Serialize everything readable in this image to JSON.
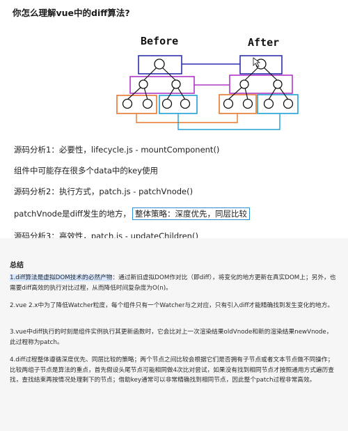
{
  "page": {
    "title": "你怎么理解vue中的diff算法?"
  },
  "diagram": {
    "before_label": "Before",
    "after_label": "After"
  },
  "source_notes": [
    {
      "text": "源码分析1：必要性，lifecycle.js - mountComponent()"
    },
    {
      "text": "组件中可能存在很多个data中的key使用"
    },
    {
      "text": "源码分析2：执行方式，patch.js - patchVnode()"
    },
    {
      "text": "patchVnode是diff发生的地方，",
      "boxed": "整体策略：深度优先，同层比较"
    },
    {
      "text": "源码分析3：高效性，patch.js - updateChildren()"
    }
  ],
  "summary": {
    "heading": "总结",
    "p1_highlight": "1.diff算法是虚拟DOM技术的必然产物",
    "p1_rest": "：通过新旧虚拟DOM作对比（即diff），将变化的地方更新在真实DOM上；另外，也需要diff高效的执行对比过程，从而降低时间复杂度为O(n)。",
    "p2": "2.vue 2.x中为了降低Watcher粒度，每个组件只有一个Watcher与之对应，只有引入diff才能精确找到发生变化的地方。",
    "p3": "3.vue中diff执行的时刻是组件实例执行其更新函数时，它会比对上一次渲染结果oldVnode和新的渲染结果newVnode，此过程称为patch。",
    "p4": "4.diff过程整体遵循深度优先、同层比较的策略；两个节点之间比较会根据它们是否拥有子节点或者文本节点做不同操作；比较两组子节点是算法的重点，首先假设头尾节点可能相同做4次比对尝试，如果没有找到相同节点才按照通用方式遍历查找，查找结束再按情况处理剩下的节点；借助key通常可以非常精确找到相同节点，因此整个patch过程非常高效。"
  },
  "colors": {
    "level1": "#2b2fb0",
    "level2": "#b037c6",
    "level3_left": "#e8772e",
    "level3_right": "#1f9fd6",
    "highlight": "#d6e7ff",
    "boxed_border": "#2a8fd8"
  }
}
